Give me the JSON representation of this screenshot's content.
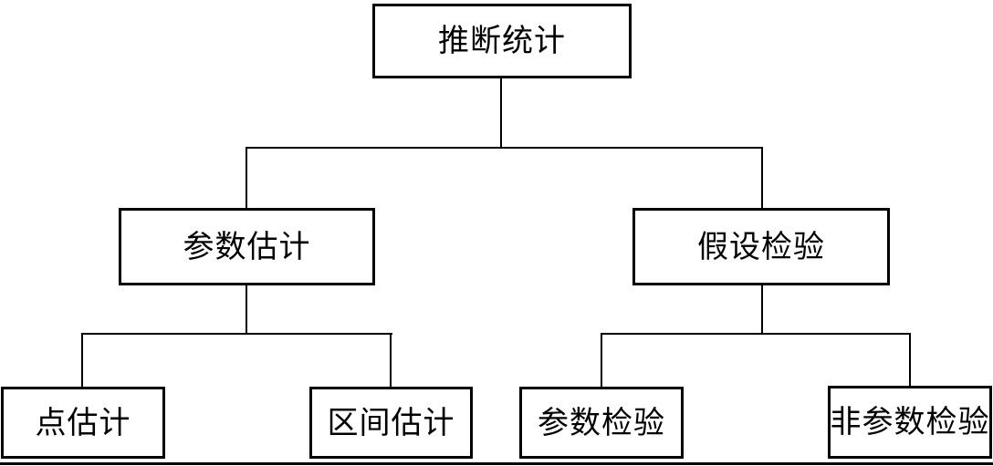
{
  "nodes": {
    "root": {
      "label": "推断统计"
    },
    "param_estimation": {
      "label": "参数估计"
    },
    "hypothesis_testing": {
      "label": "假设检验"
    },
    "point_estimation": {
      "label": "点估计"
    },
    "interval_estimation": {
      "label": "区间估计"
    },
    "parametric_test": {
      "label": "参数检验"
    },
    "nonparametric_test": {
      "label": "非参数检验"
    }
  },
  "hierarchy": {
    "label": "推断统计",
    "children": [
      {
        "label": "参数估计",
        "children": [
          {
            "label": "点估计"
          },
          {
            "label": "区间估计"
          }
        ]
      },
      {
        "label": "假设检验",
        "children": [
          {
            "label": "参数检验"
          },
          {
            "label": "非参数检验"
          }
        ]
      }
    ]
  },
  "colors": {
    "line": "#000000",
    "border": "#000000",
    "background": "#ffffff",
    "text": "#000000"
  }
}
